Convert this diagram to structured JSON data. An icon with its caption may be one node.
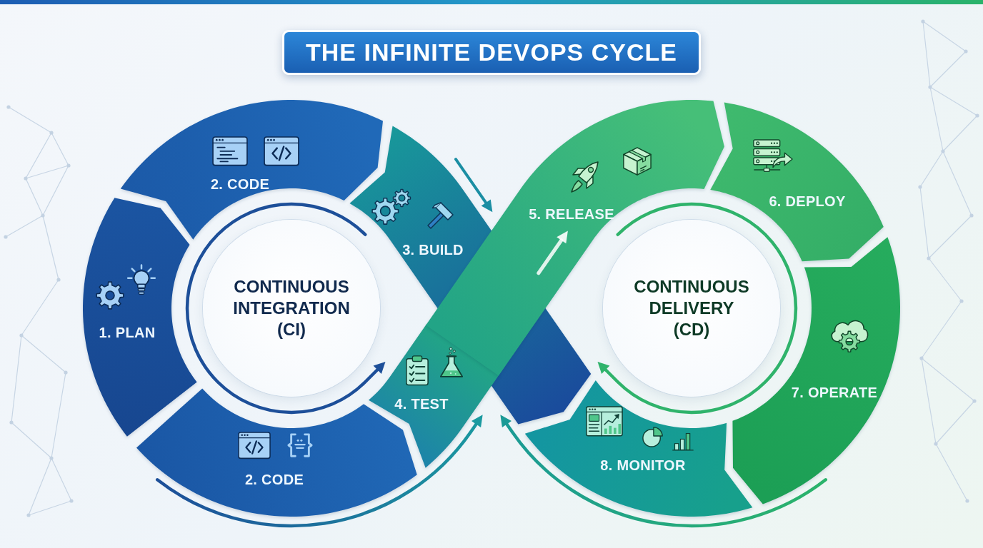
{
  "diagram": {
    "title": "THE INFINITE DEVOPS CYCLE",
    "nodes": [
      {
        "text": [
          "1. PLAN"
        ]
      },
      {
        "text": [
          "2. CODE"
        ]
      },
      {
        "text": [
          "2. CODE"
        ]
      },
      {
        "text": [
          "3. BUILD"
        ]
      },
      {
        "text": [
          "4. TEST"
        ]
      },
      {
        "text": [
          "5. RELEASE"
        ]
      },
      {
        "text": [
          "6. DEPLOY"
        ]
      },
      {
        "text": [
          "7. OPERATE"
        ]
      },
      {
        "text": [
          "8. MONITOR"
        ]
      },
      {
        "text": [
          "CONTINUOUS INTEGRATION (CI)"
        ]
      },
      {
        "text": [
          "CONTINUOUS DELIVERY (CD)"
        ]
      }
    ]
  }
}
